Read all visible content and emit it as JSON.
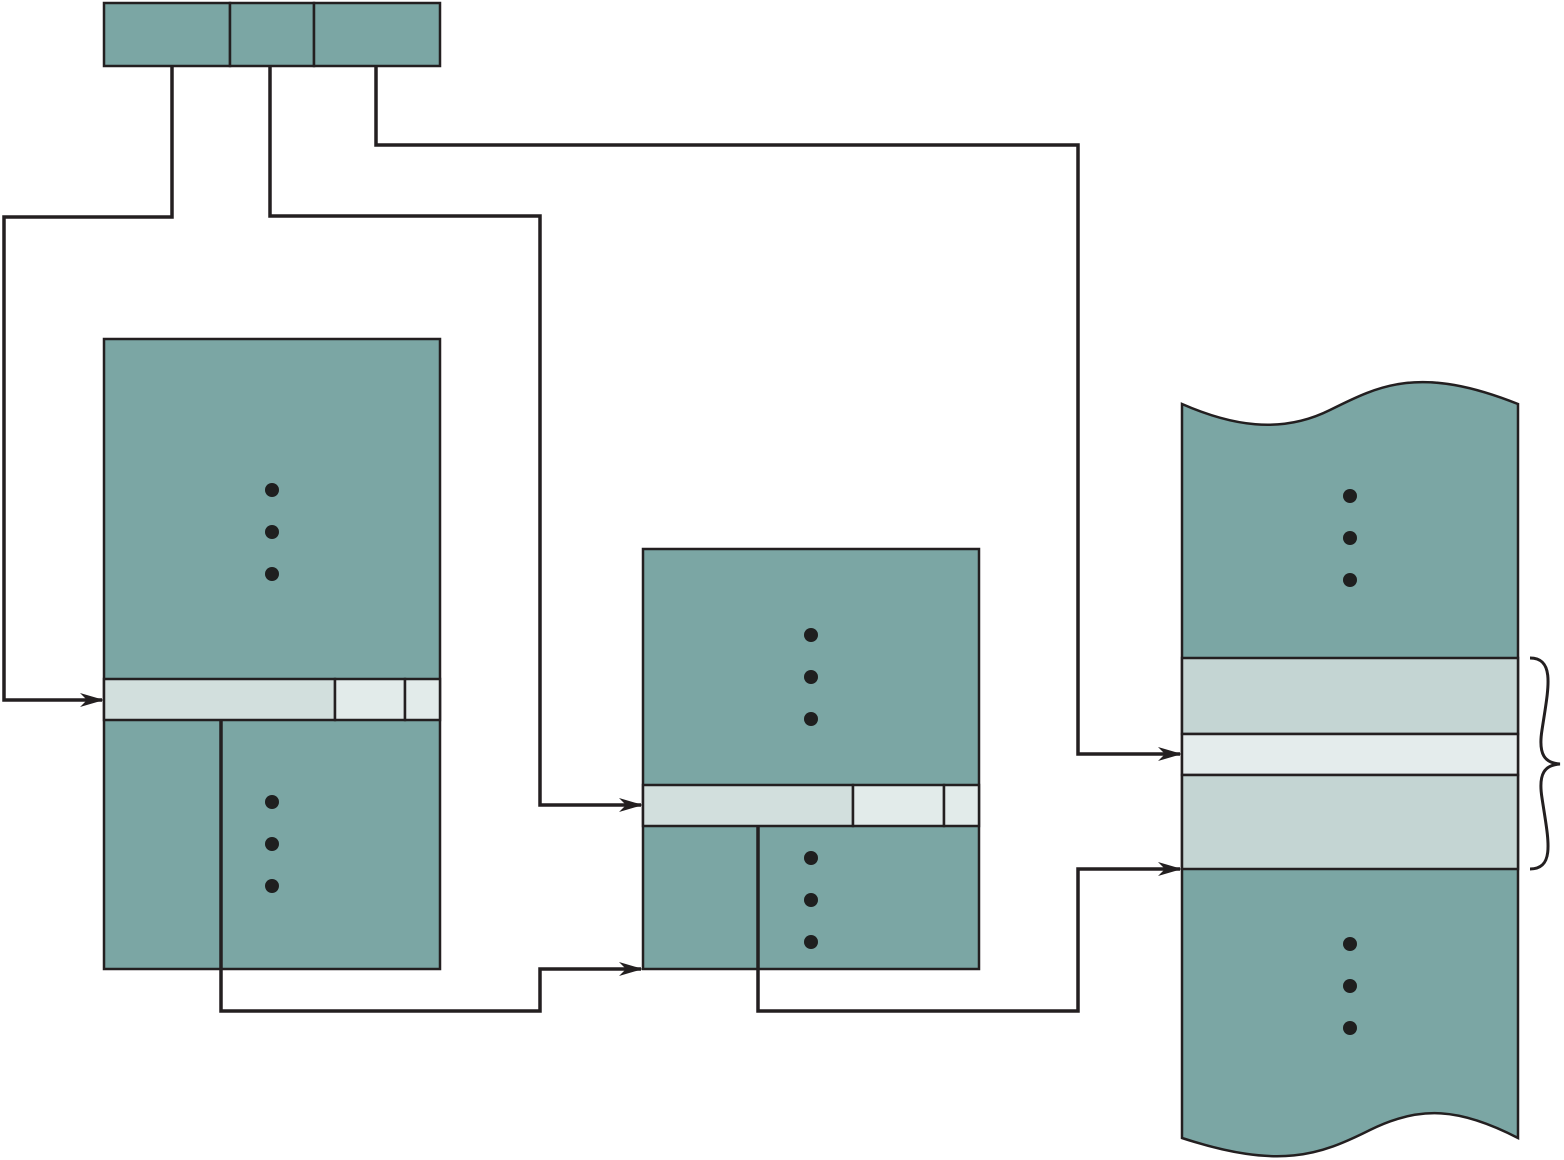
{
  "colors": {
    "box_fill": "#7ba6a4",
    "entry_fill": "#d2dfdd",
    "entry_small_fill": "#e2ebea",
    "frame_band_fill": "#c4d5d3",
    "frame_mid_fill": "#e4ecec",
    "stroke": "#231f20",
    "dot": "#1f1f1f"
  },
  "elements": {
    "address_register": {
      "fields": 3
    },
    "first_level_table": {
      "continuation": "ellipsis",
      "entry_fields": 3
    },
    "second_level_table": {
      "continuation": "ellipsis",
      "entry_fields": 3
    },
    "main_memory": {
      "continuation": "ellipsis",
      "edge": "wavy",
      "highlighted_frame": "brace"
    }
  }
}
